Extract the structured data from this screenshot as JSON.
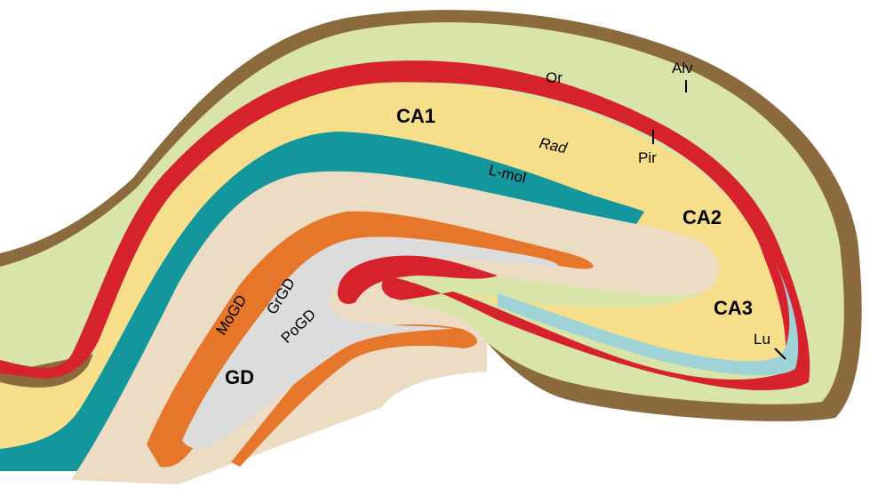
{
  "labels": {
    "ca1": "CA1",
    "ca2": "CA2",
    "ca3": "CA3",
    "gd": "GD",
    "or": "Or",
    "alv": "Alv",
    "rad": "Rad",
    "pir": "Pir",
    "lmol": "L-mol",
    "mogd": "MoGD",
    "grgd": "GrGD",
    "pogd": "PoGD",
    "lu": "Lu"
  },
  "colors": {
    "alveus": "#8b6a3e",
    "oriens": "#d9e4a8",
    "pyramidal": "#d6222c",
    "radiatum": "#f6de8a",
    "lacunosum_moleculare": "#13979c",
    "molecular_gd": "#ecdcc4",
    "granular_gd": "#e5762a",
    "polymorphic_gd": "#dcdcdc",
    "lucidum": "#9fd3d8"
  }
}
